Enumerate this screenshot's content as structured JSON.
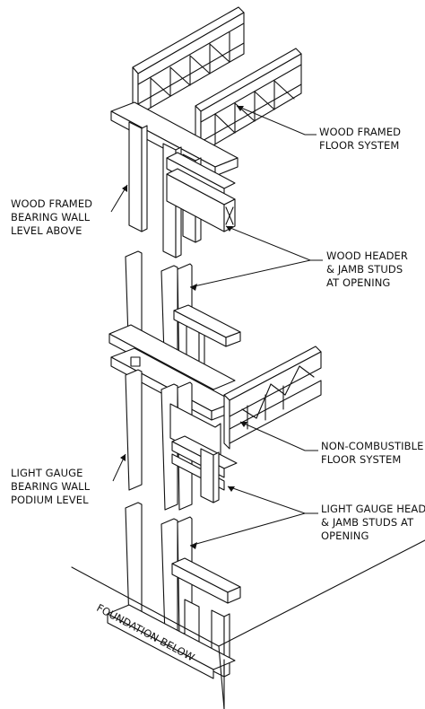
{
  "labels": {
    "wood_floor": [
      "WOOD FRAMED",
      "FLOOR SYSTEM"
    ],
    "wood_wall": [
      "WOOD FRAMED",
      "BEARING WALL",
      "LEVEL ABOVE"
    ],
    "wood_header": [
      "WOOD HEADER",
      "& JAMB STUDS",
      "AT OPENING"
    ],
    "noncomb_floor": [
      "NON-COMBUSTIBLE",
      "FLOOR SYSTEM"
    ],
    "lg_wall": [
      "LIGHT GAUGE",
      "BEARING WALL",
      "PODIUM LEVEL"
    ],
    "lg_header": [
      "LIGHT GAUGE HEADER",
      "& JAMB STUDS AT",
      "OPENING"
    ],
    "foundation": "FOUNDATION BELOW"
  },
  "colors": {
    "ink": "#111111",
    "background": "#ffffff",
    "hatch": "#555555"
  }
}
